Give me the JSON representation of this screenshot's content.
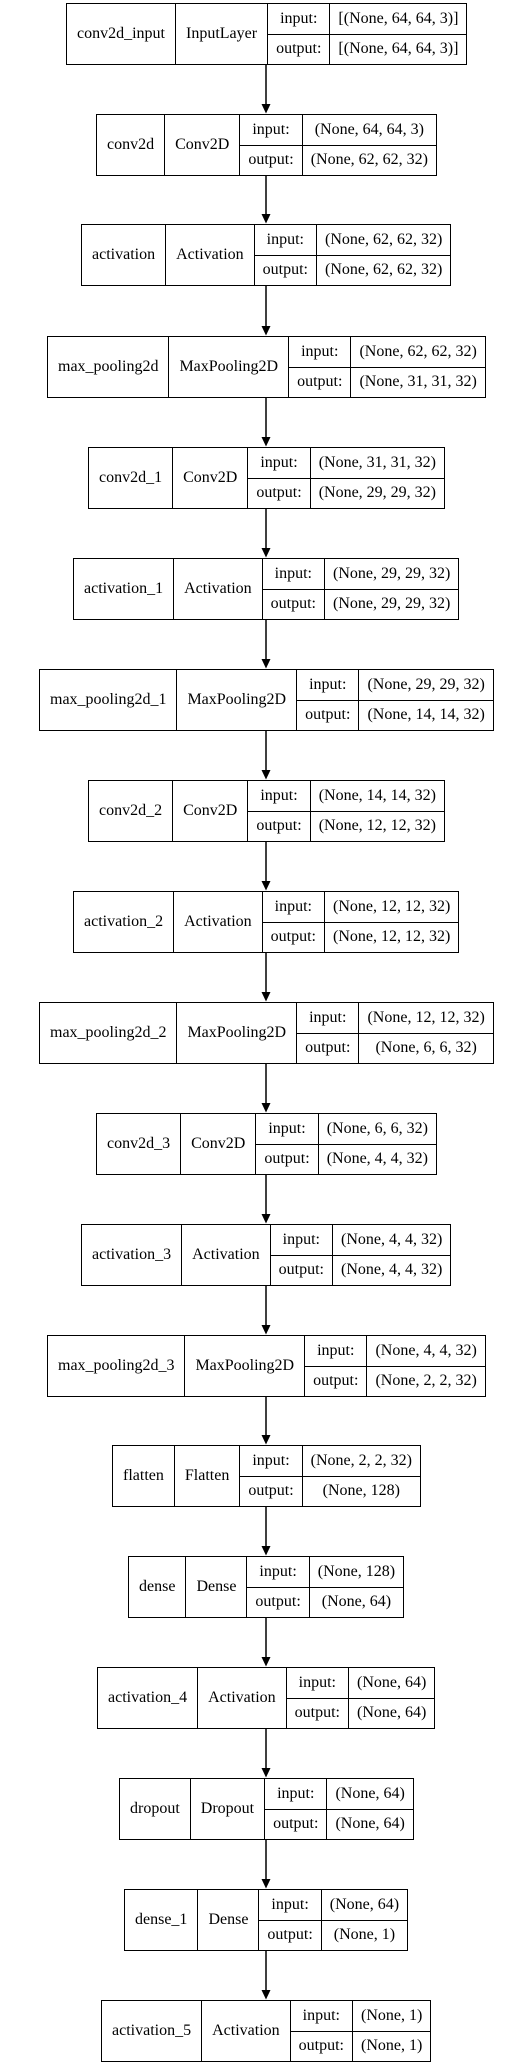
{
  "layers": [
    {
      "name": "conv2d_input",
      "type": "InputLayer",
      "input_label": "input:",
      "input": "[(None, 64, 64, 3)]",
      "output_label": "output:",
      "output": "[(None, 64, 64, 3)]"
    },
    {
      "name": "conv2d",
      "type": "Conv2D",
      "input_label": "input:",
      "input": "(None, 64, 64, 3)",
      "output_label": "output:",
      "output": "(None, 62, 62, 32)"
    },
    {
      "name": "activation",
      "type": "Activation",
      "input_label": "input:",
      "input": "(None, 62, 62, 32)",
      "output_label": "output:",
      "output": "(None, 62, 62, 32)"
    },
    {
      "name": "max_pooling2d",
      "type": "MaxPooling2D",
      "input_label": "input:",
      "input": "(None, 62, 62, 32)",
      "output_label": "output:",
      "output": "(None, 31, 31, 32)"
    },
    {
      "name": "conv2d_1",
      "type": "Conv2D",
      "input_label": "input:",
      "input": "(None, 31, 31, 32)",
      "output_label": "output:",
      "output": "(None, 29, 29, 32)"
    },
    {
      "name": "activation_1",
      "type": "Activation",
      "input_label": "input:",
      "input": "(None, 29, 29, 32)",
      "output_label": "output:",
      "output": "(None, 29, 29, 32)"
    },
    {
      "name": "max_pooling2d_1",
      "type": "MaxPooling2D",
      "input_label": "input:",
      "input": "(None, 29, 29, 32)",
      "output_label": "output:",
      "output": "(None, 14, 14, 32)"
    },
    {
      "name": "conv2d_2",
      "type": "Conv2D",
      "input_label": "input:",
      "input": "(None, 14, 14, 32)",
      "output_label": "output:",
      "output": "(None, 12, 12, 32)"
    },
    {
      "name": "activation_2",
      "type": "Activation",
      "input_label": "input:",
      "input": "(None, 12, 12, 32)",
      "output_label": "output:",
      "output": "(None, 12, 12, 32)"
    },
    {
      "name": "max_pooling2d_2",
      "type": "MaxPooling2D",
      "input_label": "input:",
      "input": "(None, 12, 12, 32)",
      "output_label": "output:",
      "output": "(None, 6, 6, 32)"
    },
    {
      "name": "conv2d_3",
      "type": "Conv2D",
      "input_label": "input:",
      "input": "(None, 6, 6, 32)",
      "output_label": "output:",
      "output": "(None, 4, 4, 32)"
    },
    {
      "name": "activation_3",
      "type": "Activation",
      "input_label": "input:",
      "input": "(None, 4, 4, 32)",
      "output_label": "output:",
      "output": "(None, 4, 4, 32)"
    },
    {
      "name": "max_pooling2d_3",
      "type": "MaxPooling2D",
      "input_label": "input:",
      "input": "(None, 4, 4, 32)",
      "output_label": "output:",
      "output": "(None, 2, 2, 32)"
    },
    {
      "name": "flatten",
      "type": "Flatten",
      "input_label": "input:",
      "input": "(None, 2, 2, 32)",
      "output_label": "output:",
      "output": "(None, 128)"
    },
    {
      "name": "dense",
      "type": "Dense",
      "input_label": "input:",
      "input": "(None, 128)",
      "output_label": "output:",
      "output": "(None, 64)"
    },
    {
      "name": "activation_4",
      "type": "Activation",
      "input_label": "input:",
      "input": "(None, 64)",
      "output_label": "output:",
      "output": "(None, 64)"
    },
    {
      "name": "dropout",
      "type": "Dropout",
      "input_label": "input:",
      "input": "(None, 64)",
      "output_label": "output:",
      "output": "(None, 64)"
    },
    {
      "name": "dense_1",
      "type": "Dense",
      "input_label": "input:",
      "input": "(None, 64)",
      "output_label": "output:",
      "output": "(None, 1)"
    },
    {
      "name": "activation_5",
      "type": "Activation",
      "input_label": "input:",
      "input": "(None, 1)",
      "output_label": "output:",
      "output": "(None, 1)"
    }
  ]
}
